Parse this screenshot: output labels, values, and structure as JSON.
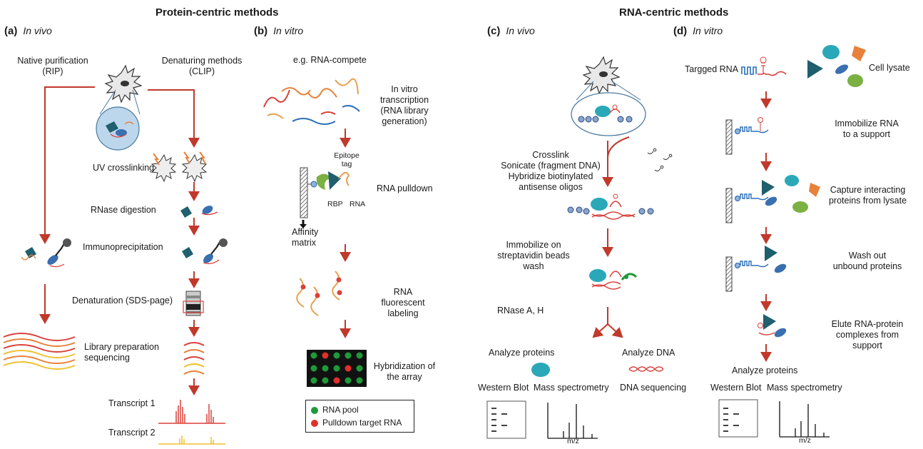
{
  "headings": {
    "protein": "Protein-centric methods",
    "rna": "RNA-centric methods"
  },
  "panels": {
    "a": {
      "letter": "(a)",
      "mode": "In vivo"
    },
    "b": {
      "letter": "(b)",
      "mode": "In vitro"
    },
    "c": {
      "letter": "(c)",
      "mode": "In vivo"
    },
    "d": {
      "letter": "(d)",
      "mode": "In vitro"
    }
  },
  "panel_a": {
    "native_1": "Native purification",
    "native_2": "(RIP)",
    "denat_1": "Denaturing methods",
    "denat_2": "(CLIP)",
    "uv": "UV crosslinking",
    "rnase": "RNase digestion",
    "ip": "Immunoprecipitation",
    "denaturation": "Denaturation (SDS-page)",
    "lib_1": "Library preparation",
    "lib_2": "sequencing",
    "transcript1": "Transcript 1",
    "transcript2": "Transcript 2"
  },
  "panel_b": {
    "example": "e.g. RNA-compete",
    "ivt_1": "In vitro",
    "ivt_2": "transcription",
    "ivt_3": "(RNA library",
    "ivt_4": "generation)",
    "epitope_1": "Epitope",
    "epitope_2": "tag",
    "rbp": "RBP",
    "rna": "RNA",
    "affinity_1": "Affinity",
    "affinity_2": "matrix",
    "pulldown": "RNA pulldown",
    "label_1": "RNA",
    "label_2": "fluorescent",
    "label_3": "labeling",
    "hyb_1": "Hybridization of",
    "hyb_2": "the array",
    "legend_pool": "RNA pool",
    "legend_target": "Pulldown target RNA",
    "color_pool": "#1f9a3a",
    "color_target": "#e0302a"
  },
  "panel_c": {
    "step1_1": "Crosslink",
    "step1_2": "Sonicate (fragment DNA)",
    "step1_3": "Hybridize biotinylated",
    "step1_4": "antisense oligos",
    "step2_1": "Immobilize on",
    "step2_2": "streptavidin beads",
    "step2_3": "wash",
    "step3": "RNase A, H",
    "analyze_proteins": "Analyze proteins",
    "analyze_dna": "Analyze DNA",
    "western": "Western Blot",
    "mass": "Mass spectrometry",
    "dna_seq": "DNA sequencing",
    "mz": "m/z"
  },
  "panel_d": {
    "tagged": "Targged RNA",
    "lysate": "Cell lysate",
    "immob_1": "Immobilize RNA",
    "immob_2": "to a support",
    "capture_1": "Capture interacting",
    "capture_2": "proteins from lysate",
    "wash_1": "Wash out",
    "wash_2": "unbound proteins",
    "elute_1": "Elute RNA-protein",
    "elute_2": "complexes from",
    "elute_3": "support",
    "analyze": "Analyze proteins",
    "western": "Western Blot",
    "mass": "Mass spectrometry",
    "mz": "m/z"
  },
  "colors": {
    "arrow": "#c0392b",
    "protein_teal": "#1f5f6e",
    "protein_cyan": "#2aa8b8",
    "protein_blue": "#3a6fb0",
    "orange": "#e8813a",
    "green": "#7bb043",
    "rna_red": "#d9413a",
    "trace_orange": "#e8a050",
    "trace_yellow": "#f0c030"
  }
}
